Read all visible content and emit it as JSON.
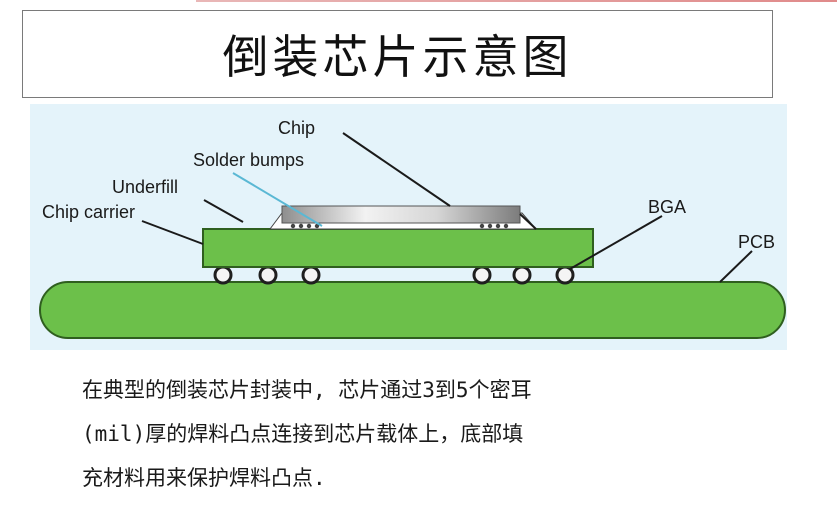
{
  "title": "倒装芯片示意图",
  "diagram": {
    "labels": {
      "chip": "Chip",
      "solder_bumps": "Solder bumps",
      "underfill": "Underfill",
      "chip_carrier": "Chip carrier",
      "bga": "BGA",
      "pcb": "PCB"
    },
    "colors": {
      "background": "#e4f3fa",
      "board_fill": "#6cc04a",
      "board_stroke": "#2f5f1f",
      "chip_metal": "#b8b8b8",
      "solder_line": "#5ab8d4"
    }
  },
  "caption": {
    "lines": [
      "在典型的倒装芯片封装中, 芯片通过3到5个密耳",
      "(mil)厚的焊料凸点连接到芯片载体上，底部填",
      "充材料用来保护焊料凸点."
    ]
  }
}
